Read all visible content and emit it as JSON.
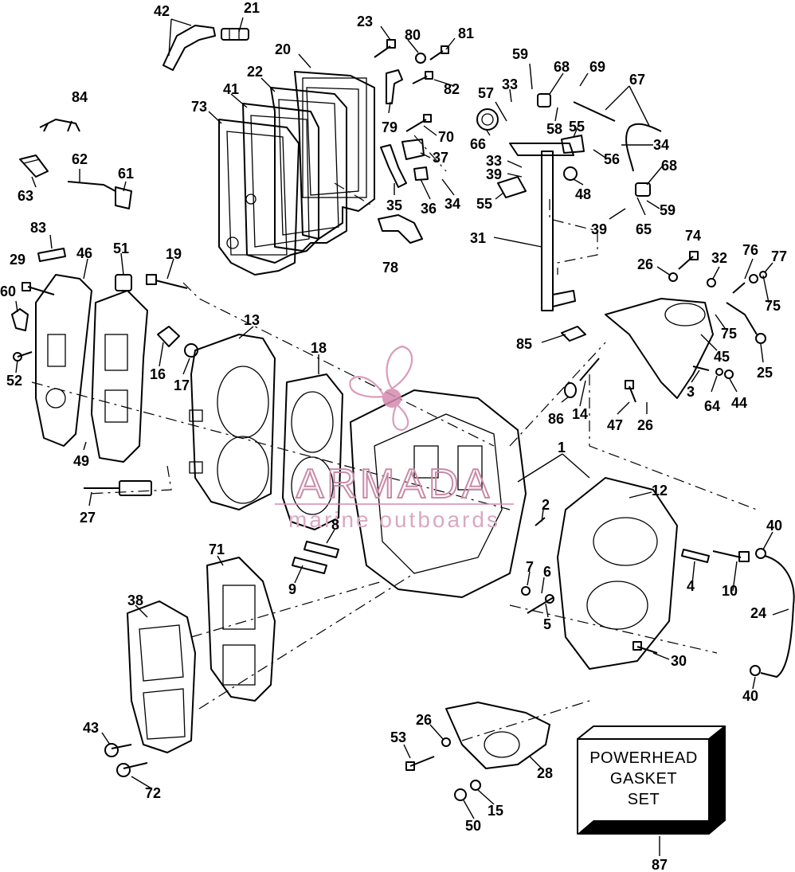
{
  "watermark": {
    "brand": "ARMADA",
    "tagline": "marine outboards",
    "color": "#d58ab0"
  },
  "kit_box": {
    "lines": [
      "POWERHEAD",
      "GASKET",
      "SET"
    ],
    "callout": "87"
  },
  "callouts": [
    {
      "id": "c42",
      "text": "42"
    },
    {
      "id": "c21",
      "text": "21"
    },
    {
      "id": "c23",
      "text": "23"
    },
    {
      "id": "c80",
      "text": "80"
    },
    {
      "id": "c81",
      "text": "81"
    },
    {
      "id": "c20",
      "text": "20"
    },
    {
      "id": "c22",
      "text": "22"
    },
    {
      "id": "c82",
      "text": "82"
    },
    {
      "id": "c59a",
      "text": "59"
    },
    {
      "id": "c68a",
      "text": "68"
    },
    {
      "id": "c69",
      "text": "69"
    },
    {
      "id": "c67",
      "text": "67"
    },
    {
      "id": "c84",
      "text": "84"
    },
    {
      "id": "c41",
      "text": "41"
    },
    {
      "id": "c73",
      "text": "73"
    },
    {
      "id": "c33a",
      "text": "33"
    },
    {
      "id": "c57",
      "text": "57"
    },
    {
      "id": "c79",
      "text": "79"
    },
    {
      "id": "c70",
      "text": "70"
    },
    {
      "id": "c66",
      "text": "66"
    },
    {
      "id": "c58",
      "text": "58"
    },
    {
      "id": "c55a",
      "text": "55"
    },
    {
      "id": "c34a",
      "text": "34"
    },
    {
      "id": "c56",
      "text": "56"
    },
    {
      "id": "c37",
      "text": "37"
    },
    {
      "id": "c62",
      "text": "62"
    },
    {
      "id": "c61",
      "text": "61"
    },
    {
      "id": "c63",
      "text": "63"
    },
    {
      "id": "c33b",
      "text": "33"
    },
    {
      "id": "c39a",
      "text": "39"
    },
    {
      "id": "c68b",
      "text": "68"
    },
    {
      "id": "c48",
      "text": "48"
    },
    {
      "id": "c35",
      "text": "35"
    },
    {
      "id": "c36",
      "text": "36"
    },
    {
      "id": "c34b",
      "text": "34"
    },
    {
      "id": "c55b",
      "text": "55"
    },
    {
      "id": "c59b",
      "text": "59"
    },
    {
      "id": "c39b",
      "text": "39"
    },
    {
      "id": "c65",
      "text": "65"
    },
    {
      "id": "c83",
      "text": "83"
    },
    {
      "id": "c31",
      "text": "31"
    },
    {
      "id": "c74",
      "text": "74"
    },
    {
      "id": "c78",
      "text": "78"
    },
    {
      "id": "c29",
      "text": "29"
    },
    {
      "id": "c46",
      "text": "46"
    },
    {
      "id": "c51",
      "text": "51"
    },
    {
      "id": "c19",
      "text": "19"
    },
    {
      "id": "c26a",
      "text": "26"
    },
    {
      "id": "c32",
      "text": "32"
    },
    {
      "id": "c76",
      "text": "76"
    },
    {
      "id": "c77",
      "text": "77"
    },
    {
      "id": "c60",
      "text": "60"
    },
    {
      "id": "c75a",
      "text": "75"
    },
    {
      "id": "c13",
      "text": "13"
    },
    {
      "id": "c75b",
      "text": "75"
    },
    {
      "id": "c18",
      "text": "18"
    },
    {
      "id": "c85",
      "text": "85"
    },
    {
      "id": "c45",
      "text": "45"
    },
    {
      "id": "c16",
      "text": "16"
    },
    {
      "id": "c17",
      "text": "17"
    },
    {
      "id": "c52",
      "text": "52"
    },
    {
      "id": "c25",
      "text": "25"
    },
    {
      "id": "c3",
      "text": "3"
    },
    {
      "id": "c64",
      "text": "64"
    },
    {
      "id": "c44",
      "text": "44"
    },
    {
      "id": "c86",
      "text": "86"
    },
    {
      "id": "c14",
      "text": "14"
    },
    {
      "id": "c47",
      "text": "47"
    },
    {
      "id": "c26b",
      "text": "26"
    },
    {
      "id": "c49",
      "text": "49"
    },
    {
      "id": "c1",
      "text": "1"
    },
    {
      "id": "c12",
      "text": "12"
    },
    {
      "id": "c27",
      "text": "27"
    },
    {
      "id": "c2",
      "text": "2"
    },
    {
      "id": "c8",
      "text": "8"
    },
    {
      "id": "c40a",
      "text": "40"
    },
    {
      "id": "c71",
      "text": "71"
    },
    {
      "id": "c9",
      "text": "9"
    },
    {
      "id": "c7",
      "text": "7"
    },
    {
      "id": "c6",
      "text": "6"
    },
    {
      "id": "c4",
      "text": "4"
    },
    {
      "id": "c10",
      "text": "10"
    },
    {
      "id": "c38",
      "text": "38"
    },
    {
      "id": "c5",
      "text": "5"
    },
    {
      "id": "c24",
      "text": "24"
    },
    {
      "id": "c30",
      "text": "30"
    },
    {
      "id": "c40b",
      "text": "40"
    },
    {
      "id": "c43",
      "text": "43"
    },
    {
      "id": "c26c",
      "text": "26"
    },
    {
      "id": "c53",
      "text": "53"
    },
    {
      "id": "c28",
      "text": "28"
    },
    {
      "id": "c72",
      "text": "72"
    },
    {
      "id": "c15",
      "text": "15"
    },
    {
      "id": "c50",
      "text": "50"
    }
  ]
}
